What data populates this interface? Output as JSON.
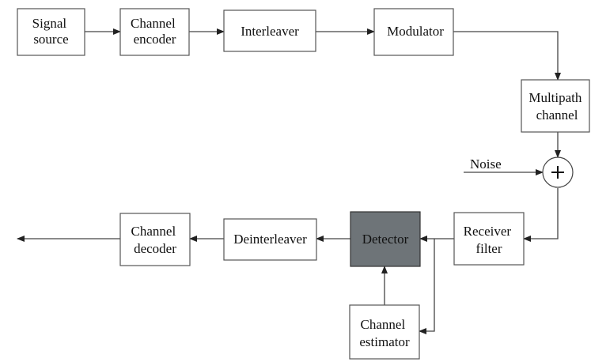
{
  "blocks": {
    "signal_source": [
      "Signal",
      "source"
    ],
    "channel_encoder": [
      "Channel",
      "encoder"
    ],
    "interleaver": [
      "Interleaver"
    ],
    "modulator": [
      "Modulator"
    ],
    "multipath_channel": [
      "Multipath",
      "channel"
    ],
    "receiver_filter": [
      "Receiver",
      "filter"
    ],
    "detector": [
      "Detector"
    ],
    "deinterleaver": [
      "Deinterleaver"
    ],
    "channel_decoder": [
      "Channel",
      "decoder"
    ],
    "channel_estimator": [
      "Channel",
      "estimator"
    ]
  },
  "noise_label": "Noise",
  "summing_sign": "+"
}
